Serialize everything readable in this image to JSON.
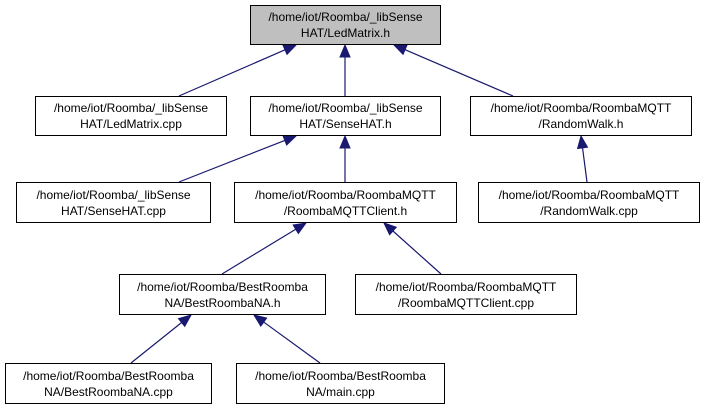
{
  "graph": {
    "edge_color": "#191970",
    "root_fill": "#bfbfbf",
    "nodes": {
      "ledmatrix_h": {
        "line1": "/home/iot/Roomba/_libSense",
        "line2": "HAT/LedMatrix.h"
      },
      "ledmatrix_cpp": {
        "line1": "/home/iot/Roomba/_libSense",
        "line2": "HAT/LedMatrix.cpp"
      },
      "sensehat_h": {
        "line1": "/home/iot/Roomba/_libSense",
        "line2": "HAT/SenseHAT.h"
      },
      "randomwalk_h": {
        "line1": "/home/iot/Roomba/RoombaMQTT",
        "line2": "/RandomWalk.h"
      },
      "sensehat_cpp": {
        "line1": "/home/iot/Roomba/_libSense",
        "line2": "HAT/SenseHAT.cpp"
      },
      "mqttclient_h": {
        "line1": "/home/iot/Roomba/RoombaMQTT",
        "line2": "/RoombaMQTTClient.h"
      },
      "randomwalk_cpp": {
        "line1": "/home/iot/Roomba/RoombaMQTT",
        "line2": "/RandomWalk.cpp"
      },
      "bestroomba_h": {
        "line1": "/home/iot/Roomba/BestRoomba",
        "line2": "NA/BestRoombaNA.h"
      },
      "mqttclient_cpp": {
        "line1": "/home/iot/Roomba/RoombaMQTT",
        "line2": "/RoombaMQTTClient.cpp"
      },
      "bestroomba_cpp": {
        "line1": "/home/iot/Roomba/BestRoomba",
        "line2": "NA/BestRoombaNA.cpp"
      },
      "main_cpp": {
        "line1": "/home/iot/Roomba/BestRoomba",
        "line2": "NA/main.cpp"
      }
    }
  }
}
